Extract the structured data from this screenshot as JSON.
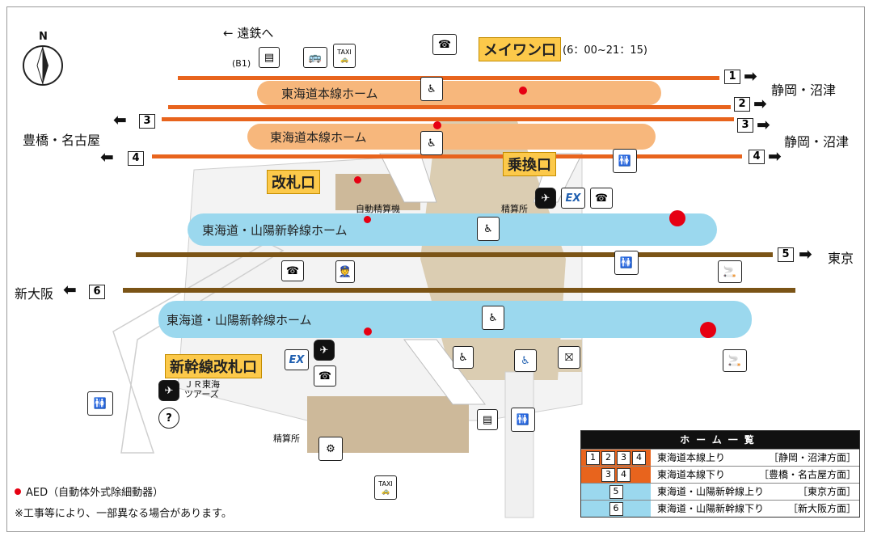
{
  "compass": {
    "label": "N"
  },
  "directions": {
    "enshu": "← 遠鉄へ",
    "shizuoka_top": "静岡・沼津",
    "shizuoka_mid": "静岡・沼津",
    "toyohashi": "豊橋・名古屋",
    "tokyo": "東京",
    "shinosaka": "新大阪"
  },
  "track_numbers": [
    "1",
    "2",
    "3",
    "4",
    "5",
    "6"
  ],
  "platforms": {
    "tokaido_1": "東海道本線ホーム",
    "tokaido_2": "東海道本線ホーム",
    "shinkansen_1": "東海道・山陽新幹線ホーム",
    "shinkansen_2": "東海道・山陽新幹線ホーム"
  },
  "gates": {
    "main": "メイワン口",
    "main_hours": "(6：00~21：15)",
    "transfer": "乗換口",
    "kaisatsu": "改札口",
    "shinkansen": "新幹線改札口"
  },
  "labels": {
    "b1": "(B1)",
    "auto_fare": "自動精算機",
    "fare_office_1": "精算所",
    "fare_office_2": "精算所",
    "jr_tours": "ＪＲ東海\nツアーズ",
    "taxi": "TAXI",
    "ex": "EX"
  },
  "notes": {
    "aed": "AED（自動体外式除細動器）",
    "construction": "※工事等により、一部異なる場合があります。"
  },
  "legend": {
    "title": "ホーム一覧",
    "rows": [
      {
        "nums": [
          "1",
          "2",
          "3",
          "4"
        ],
        "desc": "東海道本線上り",
        "dest": "［静岡・沼津方面］",
        "color": "#e8641d"
      },
      {
        "nums": [
          "3",
          "4"
        ],
        "desc": "東海道本線下り",
        "dest": "［豊橋・名古屋方面］",
        "color": "#e8641d"
      },
      {
        "nums": [
          "5"
        ],
        "desc": "東海道・山陽新幹線上り",
        "dest": "［東京方面］",
        "color": "#9bd8ee"
      },
      {
        "nums": [
          "6"
        ],
        "desc": "東海道・山陽新幹線下り",
        "dest": "［新大阪方面］",
        "color": "#9bd8ee"
      }
    ]
  },
  "colors": {
    "orange_track": "#e8641d",
    "orange_platform": "#f7b77c",
    "blue_platform": "#9bd8ee",
    "brown_track": "#7b5416",
    "gate_yellow": "#fcc94a",
    "aed_red": "#e60012"
  },
  "icons": [
    "north-compass-icon",
    "escalator-icon",
    "elevator-icon",
    "wheelchair-icon",
    "restroom-icon",
    "ticket-machine-icon",
    "smoking-icon",
    "information-icon",
    "bus-icon",
    "taxi-icon",
    "wheelchair-lift-icon",
    "staff-icon"
  ]
}
